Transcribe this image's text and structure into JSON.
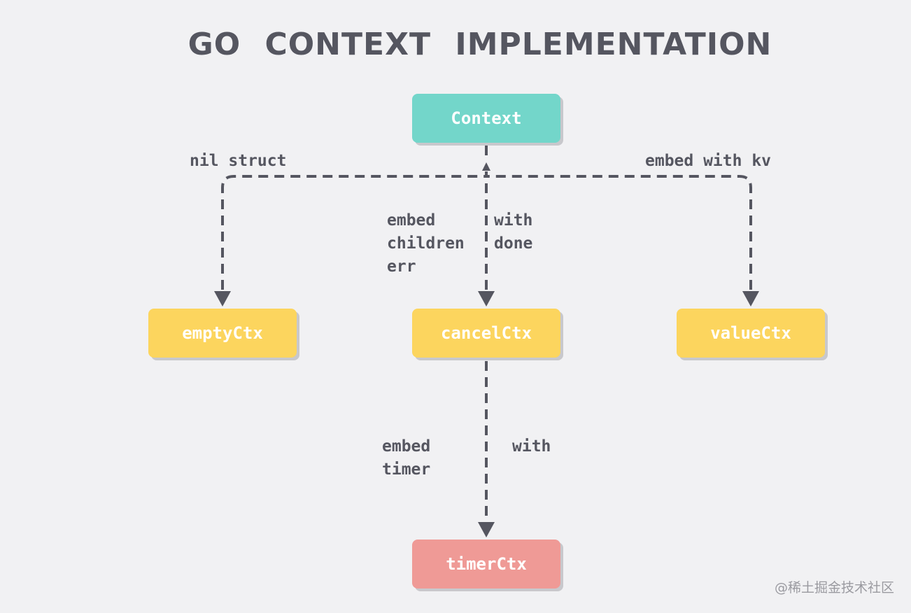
{
  "title": "GO CONTEXT IMPLEMENTATION",
  "nodes": {
    "context": "Context",
    "empty": "emptyCtx",
    "cancel": "cancelCtx",
    "value": "valueCtx",
    "timer": "timerCtx"
  },
  "labels": {
    "nil_struct": "nil struct",
    "embed_with_kv": "embed with kv",
    "cancel_left": "embed\nchildren\nerr",
    "cancel_right": "with\ndone",
    "timer_left": "embed\ntimer",
    "timer_right": "with"
  },
  "watermark": "@稀土掘金技术社区",
  "colors": {
    "background": "#f1f1f3",
    "context_node": "#73d6ca",
    "ctx_node": "#fcd55e",
    "timer_node": "#ef9a96",
    "arrow": "#555660",
    "text": "#555660"
  }
}
